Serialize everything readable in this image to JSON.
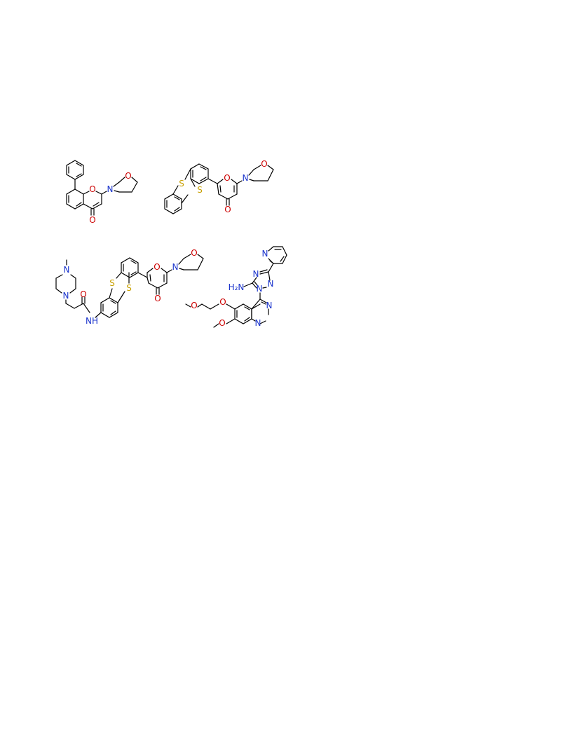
{
  "colors": {
    "bond": "#000000",
    "oxygen": "#cc0000",
    "nitrogen": "#1a33cc",
    "sulfur": "#c8a000",
    "background": "#ffffff"
  },
  "molecules": [
    {
      "atom_labels": {
        "ring_o": "O",
        "morph_n": "N",
        "morph_o": "O",
        "carbonyl_o": "O"
      }
    },
    {
      "atom_labels": {
        "s_top": "S",
        "s_bottom": "S",
        "pyran_o": "O",
        "morph_n": "N",
        "morph_o": "O",
        "carbonyl_o": "O"
      }
    },
    {
      "atom_labels": {
        "pip_n_top": "N",
        "pip_n_bottom": "N",
        "amide_o": "O",
        "amide_nh": "NH",
        "s_top": "S",
        "s_bottom": "S",
        "pyran_o": "O",
        "morph_n": "N",
        "morph_o": "O",
        "carbonyl_o": "O"
      }
    },
    {
      "atom_labels": {
        "pyridine_n": "N",
        "triazole_n_top": "N",
        "triazole_n_right": "N",
        "triazole_n_bottom": "N",
        "nh2": "H₂N",
        "ether_o1": "O",
        "ether_o2": "O",
        "ether_o3": "O",
        "quin_n1": "N",
        "quin_n2": "N"
      }
    }
  ]
}
